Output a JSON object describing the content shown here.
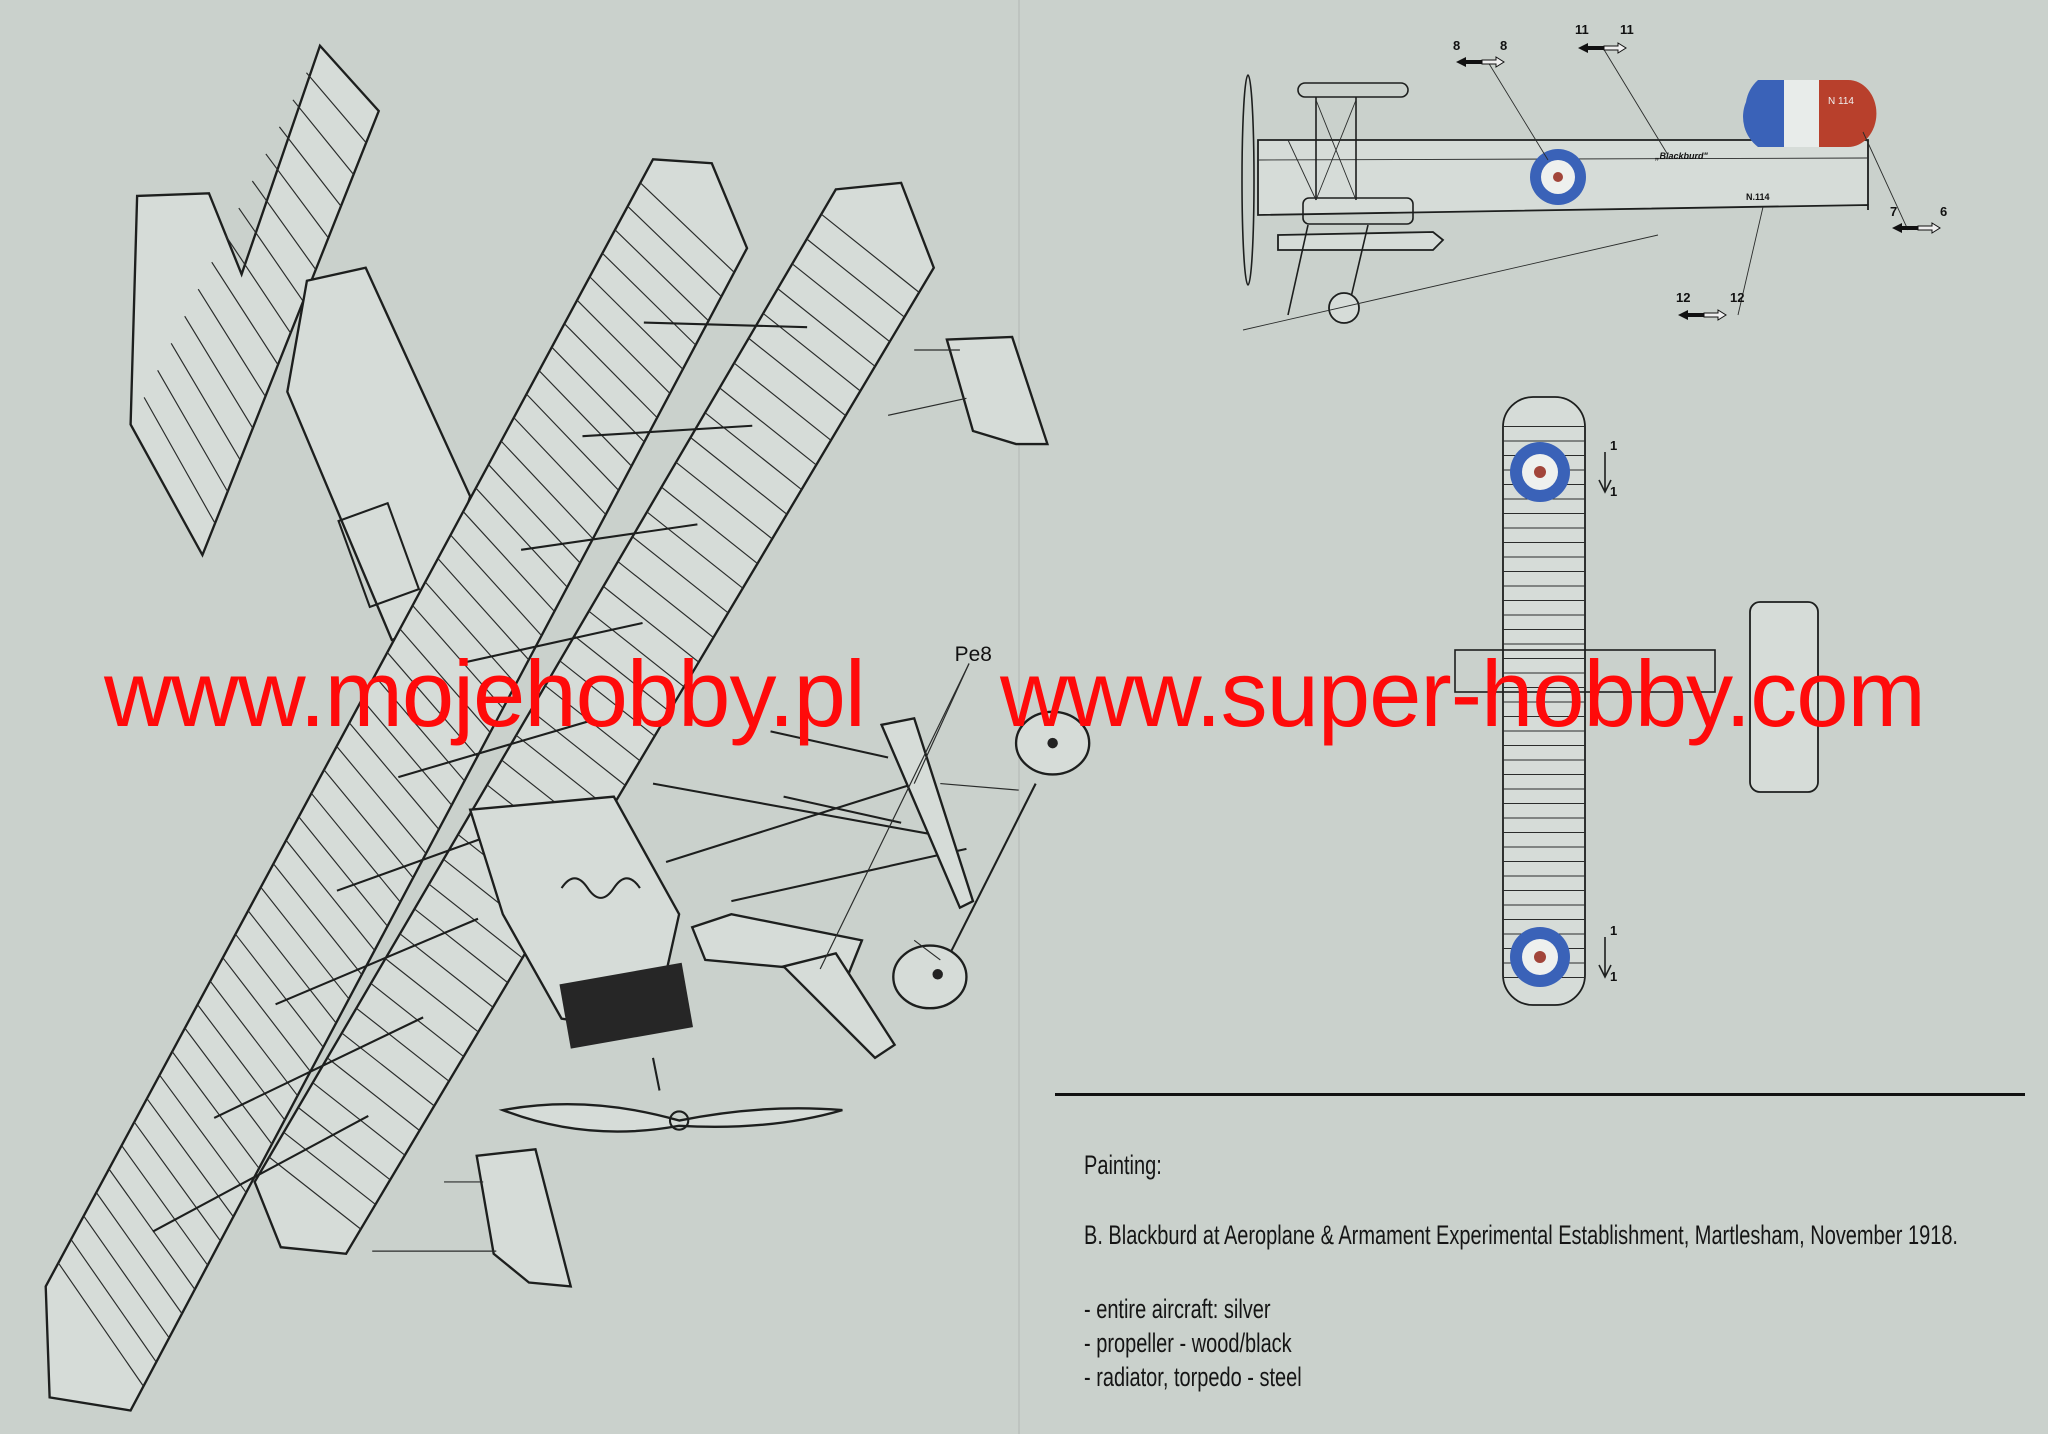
{
  "watermark": {
    "left": "www.mojehobby.pl",
    "right": "www.super-hobby.com",
    "color": "#ff0a0a"
  },
  "assembly": {
    "part_label": "Pe8"
  },
  "side_view": {
    "callouts": {
      "c8a": "8",
      "c8b": "8",
      "c11a": "11",
      "c11b": "11",
      "c7": "7",
      "c6": "6",
      "c12a": "12",
      "c12b": "12"
    },
    "name_marking": "„Blackburd\"",
    "serial": "N.114",
    "rudder_serial": "N 114",
    "rudder_colors": {
      "blue": "#3a62b8",
      "white": "#e8ecea",
      "red": "#b8402c"
    }
  },
  "top_view": {
    "callouts": {
      "a1": "1",
      "a2": "1",
      "b1": "1",
      "b2": "1"
    },
    "roundel_colors": {
      "outer": "#3a62b8",
      "middle": "#eef0ee",
      "center": "#a2453a"
    }
  },
  "painting": {
    "heading": "Painting:",
    "scheme": "B. Blackburd at  Aeroplane & Armament Experimental Establishment, Martlesham, November 1918.",
    "items": [
      "- entire aircraft: silver",
      "- propeller - wood/black",
      "- radiator, torpedo - steel"
    ]
  }
}
